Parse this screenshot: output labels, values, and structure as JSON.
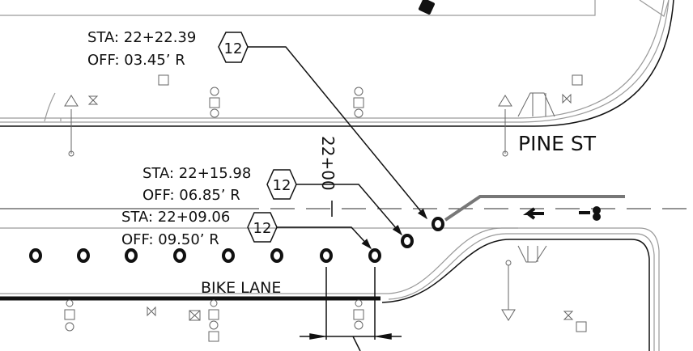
{
  "callouts": [
    {
      "sta": "STA: 22+22.39",
      "off": "OFF: 03.45’ R",
      "tag": "12"
    },
    {
      "sta": "STA: 22+15.98",
      "off": "OFF: 06.85’ R",
      "tag": "12"
    },
    {
      "sta": "STA: 22+09.06",
      "off": "OFF: 09.50’ R",
      "tag": "12"
    }
  ],
  "street_name": "PINE ST",
  "lane_label": "BIKE LANE",
  "station_label": "22+00",
  "colors": {
    "ink": "#111111",
    "gray": "#9a9a9a",
    "lane_stripe": "#555555"
  }
}
